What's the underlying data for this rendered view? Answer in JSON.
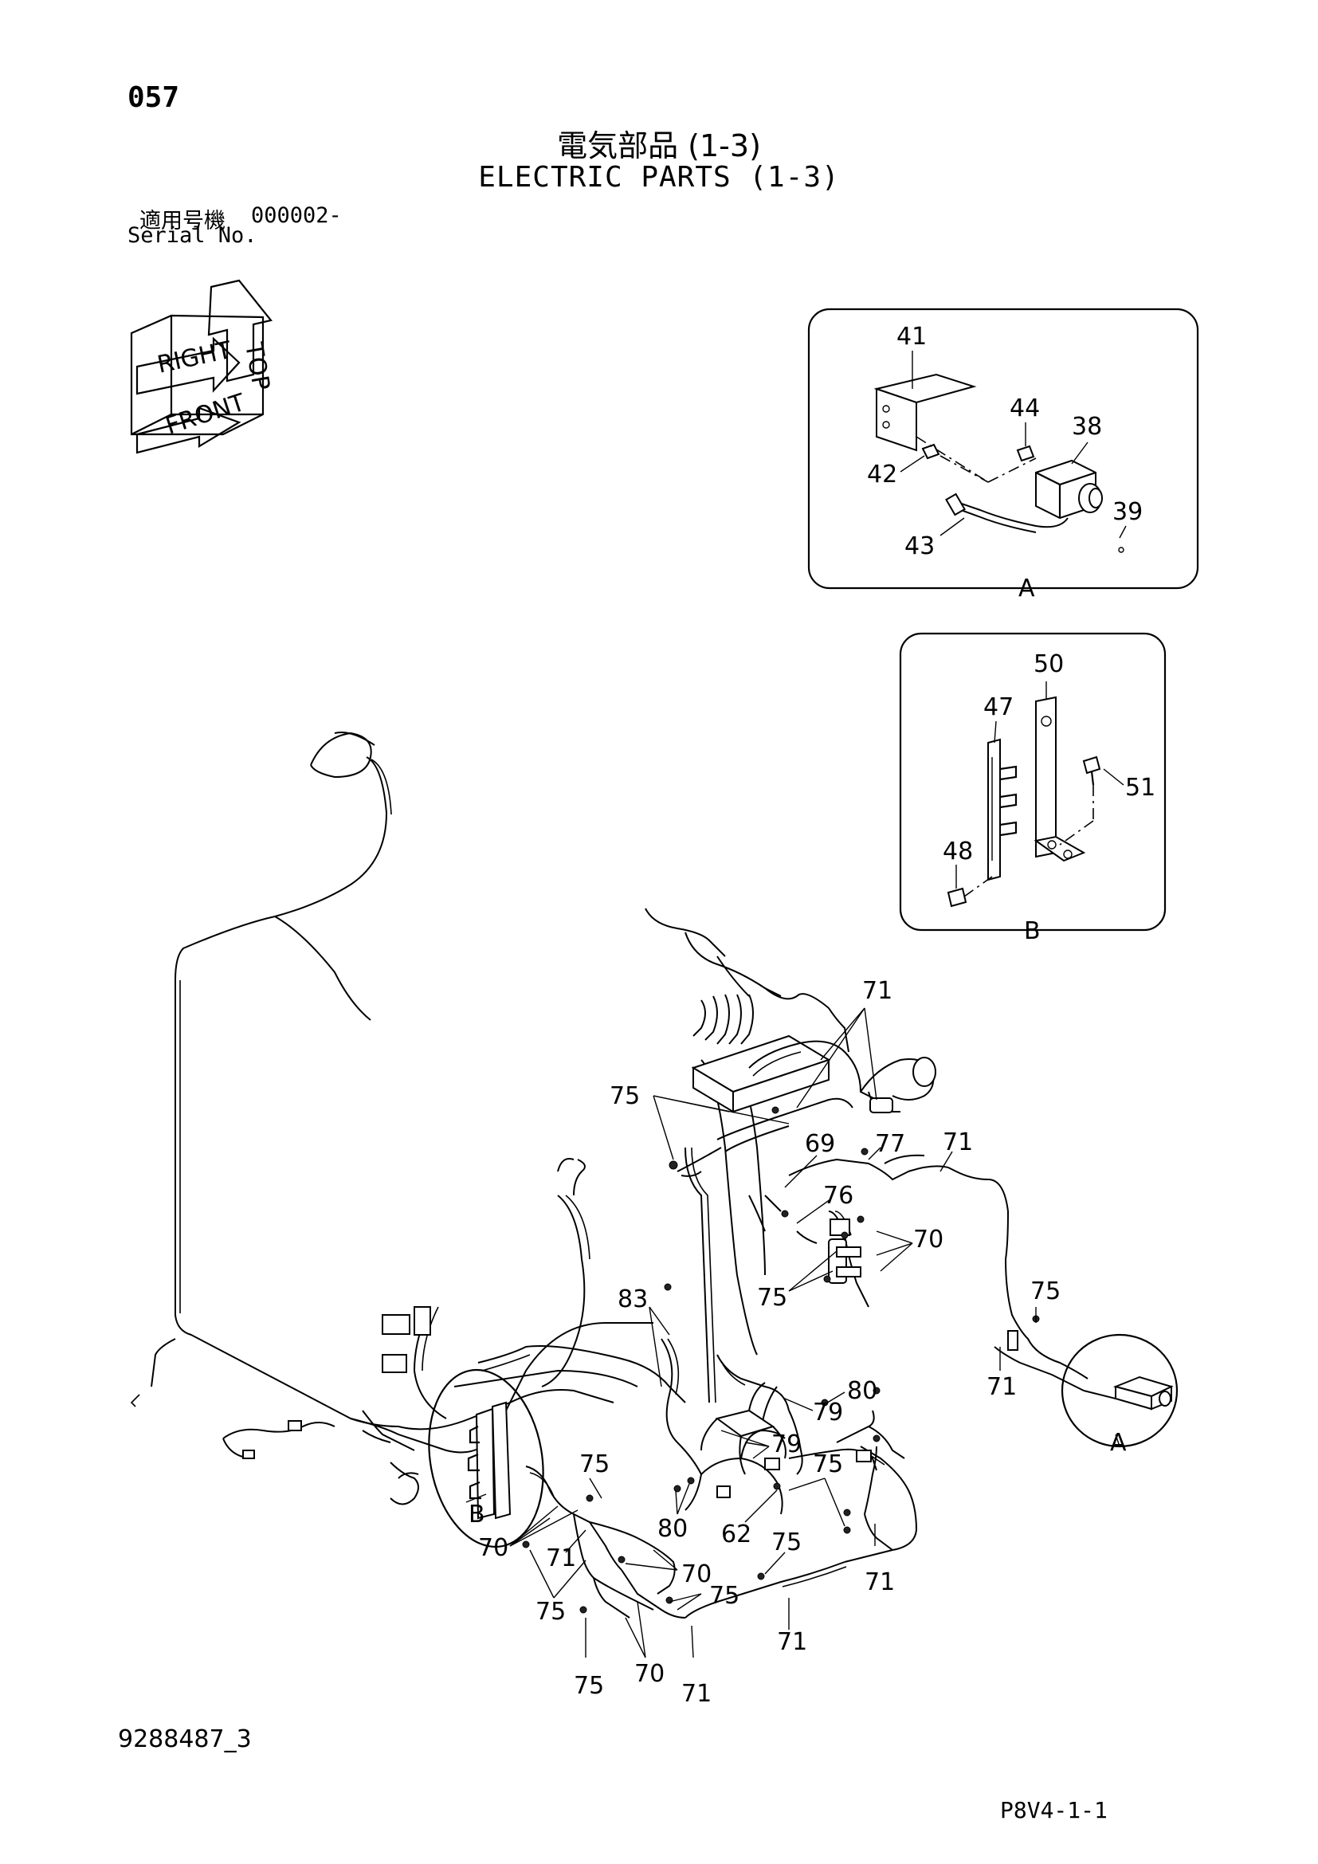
{
  "header": {
    "page_number": "057",
    "title_jp": "電気部品 (1-3)",
    "title_en": "ELECTRIC PARTS (1-3)",
    "serial_label_jp": "適用号機",
    "serial_value": "000002-",
    "serial_label_en": "Serial No."
  },
  "orientation_labels": [
    "TOP",
    "RIGHT",
    "FRONT"
  ],
  "inset_a": {
    "name": "A",
    "callouts": [
      "41",
      "44",
      "38",
      "42",
      "39",
      "43"
    ]
  },
  "inset_b": {
    "name": "B",
    "callouts": [
      "50",
      "47",
      "51",
      "48"
    ]
  },
  "main_view": {
    "detail_labels": [
      "B",
      "A"
    ],
    "callouts": [
      "71",
      "75",
      "69",
      "77",
      "71",
      "76",
      "70",
      "75",
      "75",
      "83",
      "71",
      "80",
      "79",
      "79",
      "75",
      "75",
      "70",
      "71",
      "80",
      "62",
      "75",
      "70",
      "75",
      "75",
      "71",
      "71",
      "75",
      "70",
      "71"
    ]
  },
  "footer": {
    "document_number": "9288487_3",
    "figure_reference": "P8V4-1-1"
  }
}
